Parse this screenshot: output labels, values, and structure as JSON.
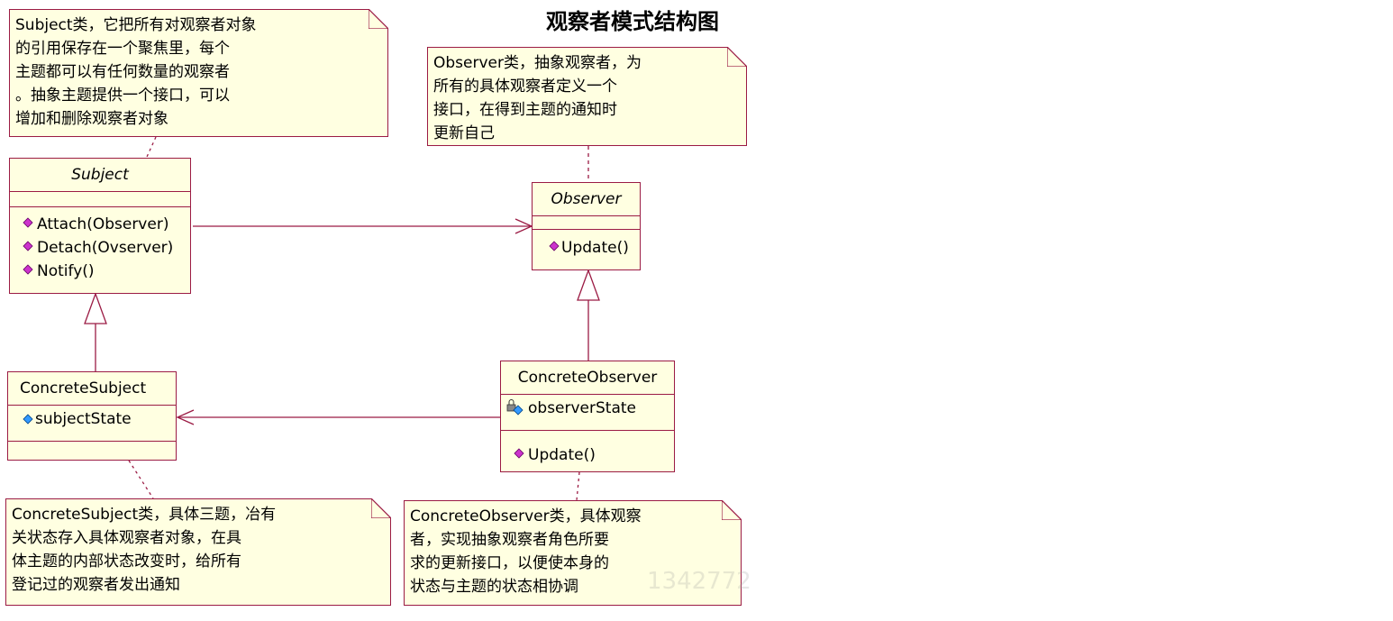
{
  "title": "观察者模式结构图",
  "colors": {
    "border": "#9b1b44",
    "fill": "#ffffe1",
    "method_icon": "#cc33cc",
    "attr_icon": "#3399ff"
  },
  "notes": {
    "subject": "Subject类，它把所有对观察者对象\n的引用保存在一个聚焦里，每个\n主题都可以有任何数量的观察者\n。抽象主题提供一个接口，可以\n增加和删除观察者对象",
    "observer": "Observer类，抽象观察者，为\n所有的具体观察者定义一个\n接口，在得到主题的通知时\n更新自己",
    "concrete_subject": "ConcreteSubject类，具体三题，冶有\n关状态存入具体观察者对象，在具\n体主题的内部状态改变时，给所有\n登记过的观察者发出通知",
    "concrete_observer": "ConcreteObserver类，具体观察\n者，实现抽象观察者角色所要\n求的更新接口，以便使本身的\n状态与主题的状态相协调"
  },
  "classes": {
    "subject": {
      "name": "Subject",
      "methods": [
        "Attach(Observer)",
        "Detach(Ovserver)",
        "Notify()"
      ]
    },
    "observer": {
      "name": "Observer",
      "methods": [
        "Update()"
      ]
    },
    "concrete_subject": {
      "name": "ConcreteSubject",
      "attributes": [
        "subjectState"
      ]
    },
    "concrete_observer": {
      "name": "ConcreteObserver",
      "attributes": [
        "observerState"
      ],
      "methods": [
        "Update()"
      ]
    }
  },
  "watermark": "1342772"
}
